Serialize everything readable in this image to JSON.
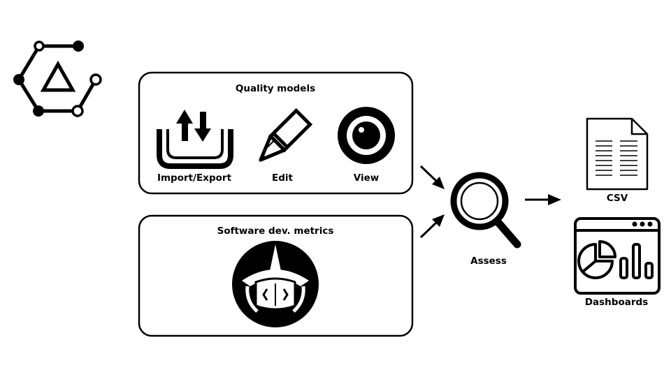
{
  "panels": {
    "quality_models": {
      "title": "Quality models",
      "items": [
        {
          "label": "Import/Export",
          "icon": "import-export-icon"
        },
        {
          "label": "Edit",
          "icon": "pencil-icon"
        },
        {
          "label": "View",
          "icon": "eye-icon"
        }
      ]
    },
    "software_metrics": {
      "title": "Software dev. metrics",
      "icon": "metrics-mascot-icon"
    }
  },
  "assess": {
    "label": "Assess",
    "icon": "magnifier-icon"
  },
  "outputs": [
    {
      "label": "CSV",
      "icon": "csv-document-icon"
    },
    {
      "label": "Dashboards",
      "icon": "dashboard-window-icon"
    }
  ],
  "logo": {
    "icon": "hexagon-network-logo-icon"
  },
  "colors": {
    "stroke": "#000000",
    "background": "#ffffff"
  }
}
